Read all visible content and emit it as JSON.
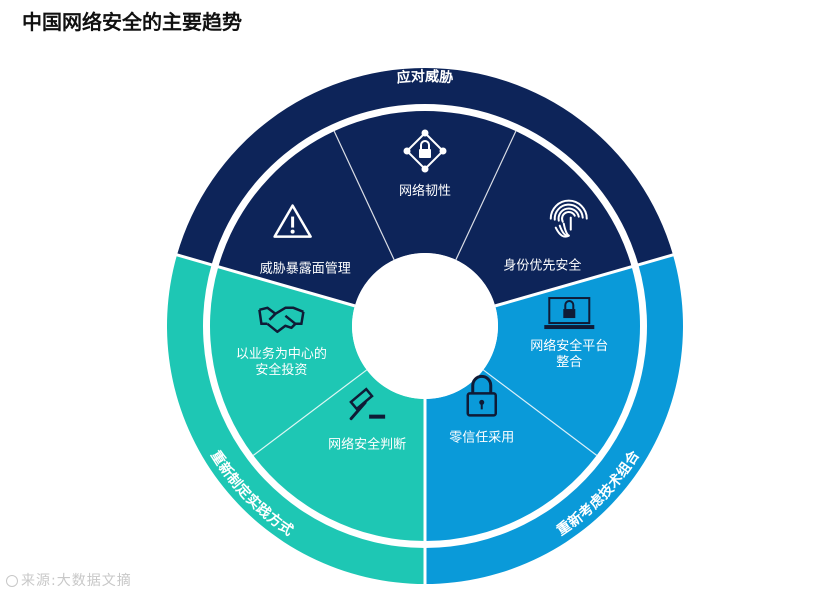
{
  "title": "中国网络安全的主要趋势",
  "colors": {
    "navy": "#0d2459",
    "blue": "#0a9ad9",
    "teal": "#1ec7b4",
    "center": "#ffffff",
    "divider": "#ffffff"
  },
  "groups": [
    {
      "key": "respond",
      "label": "应对威胁",
      "color": "#0d2459"
    },
    {
      "key": "tech",
      "label": "重新考虑技术组合",
      "color": "#0a9ad9"
    },
    {
      "key": "method",
      "label": "重新制定实践方式",
      "color": "#1ec7b4"
    }
  ],
  "segments": [
    {
      "group": "respond",
      "label": [
        "网络韧性"
      ],
      "icon": "network-lock-icon"
    },
    {
      "group": "respond",
      "label": [
        "身份优先安全"
      ],
      "icon": "fingerprint-icon"
    },
    {
      "group": "tech",
      "label": [
        "网络安全平台",
        "整合"
      ],
      "icon": "laptop-lock-icon"
    },
    {
      "group": "tech",
      "label": [
        "零信任采用"
      ],
      "icon": "padlock-icon"
    },
    {
      "group": "method",
      "label": [
        "网络安全判断"
      ],
      "icon": "gavel-icon"
    },
    {
      "group": "method",
      "label": [
        "以业务为中心的",
        "安全投资"
      ],
      "icon": "handshake-icon"
    },
    {
      "group": "respond",
      "label": [
        "威胁暴露面管理"
      ],
      "icon": "warning-icon"
    }
  ],
  "watermark": "来源:大数据文摘"
}
